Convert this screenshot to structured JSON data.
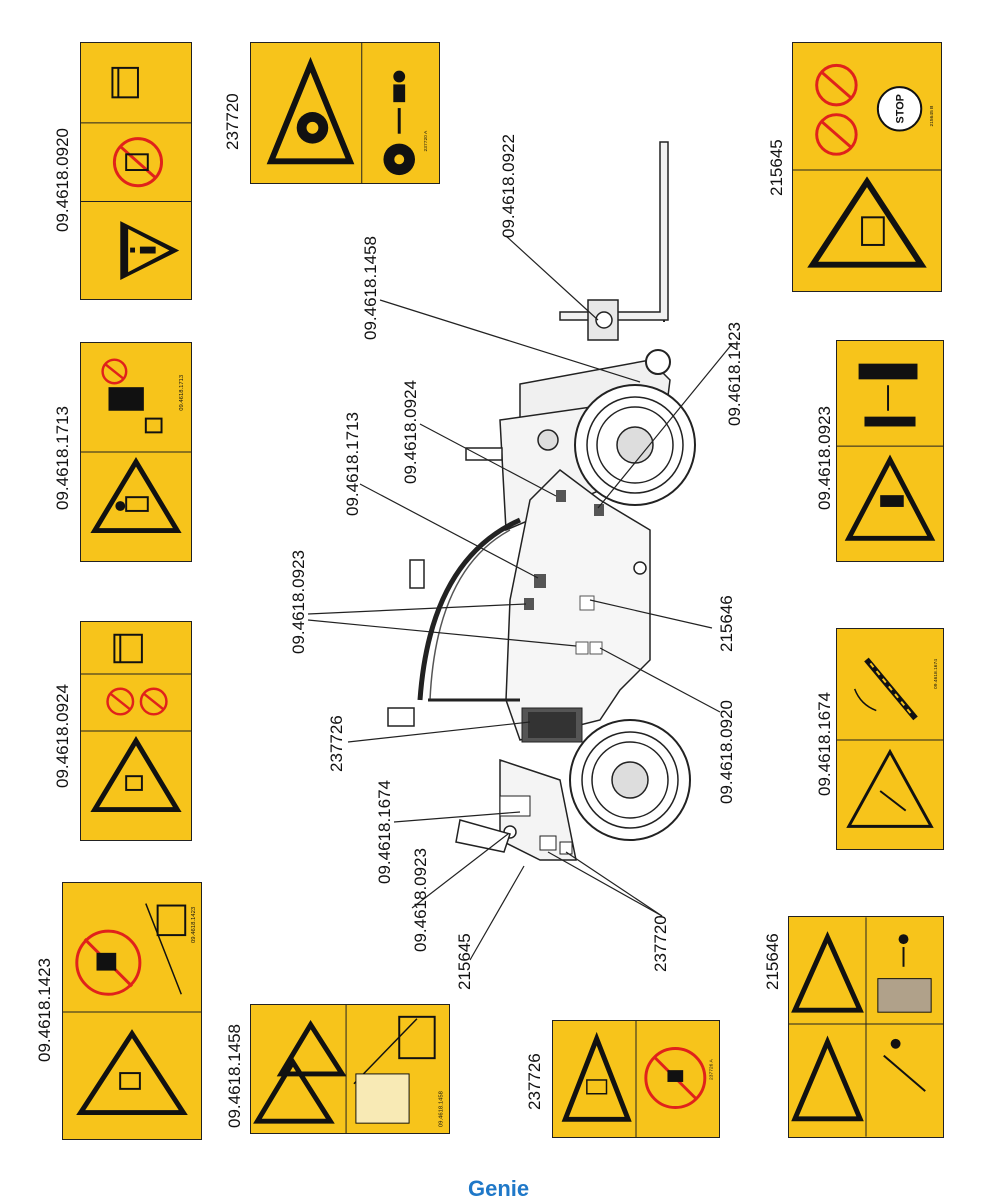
{
  "decal_labels": {
    "d0920": "09.4618.0920",
    "d1713": "09.4618.1713",
    "d0924": "09.4618.0924",
    "d1423": "09.4618.1423",
    "d1458": "09.4618.1458",
    "d237720": "237720",
    "d237726": "237726",
    "d215645": "215645",
    "d0923": "09.4618.0923",
    "d1674": "09.4618.1674",
    "d215646": "215646"
  },
  "callouts": {
    "c1458": "09.4618.1458",
    "c0922": "09.4618.0922",
    "c0924": "09.4618.0924",
    "c1713": "09.4618.1713",
    "c1423": "09.4618.1423",
    "c0923": "09.4618.0923",
    "c215646": "215646",
    "c237726": "237726",
    "c0920": "09.4618.0920",
    "c1674": "09.4618.1674",
    "c0923b": "09.4618.0923",
    "c215645": "215645",
    "c237720": "237720"
  },
  "decal_texts": {
    "stop": "STOP",
    "code_215645": "215645 B",
    "code_237720": "237720 A",
    "code_237726": "237726 A",
    "code_1458": "09.4618.1458",
    "code_1423": "09.4618.1423",
    "code_1674": "09.4618.1674",
    "code_1713": "09.4618.1713"
  },
  "brand": {
    "logo_text": "Genie"
  },
  "colors": {
    "decal_yellow": "#f7c41b",
    "prohibit_red": "#e0221b",
    "ink": "#111111",
    "brand_blue": "#1f78c8"
  }
}
